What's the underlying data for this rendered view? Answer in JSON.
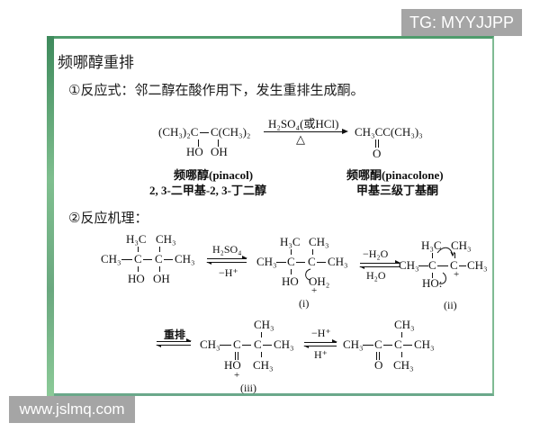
{
  "watermarks": {
    "top_right": "TG: MYYJJPP",
    "bottom_left": "www.jslmq.com"
  },
  "slide": {
    "title": "频哪醇重排",
    "section1": {
      "heading": "①反应式：邻二醇在酸作用下，发生重排生成酮。",
      "reactant": {
        "formula_left": "(CH₃)₂C",
        "formula_right": "C(CH₃)₂",
        "oh_left": "HO",
        "oh_right": "OH",
        "name_cn": "频哪醇(pinacol)",
        "iupac_cn": "2, 3-二甲基-2, 3-丁二醇"
      },
      "conditions": {
        "above": "H₂SO₄(或HCl)",
        "below": "△"
      },
      "product": {
        "formula": "CH₃CC(CH₃)₃",
        "oxygen": "O",
        "name_cn": "频哪酮(pinacolone)",
        "common_cn": "甲基三级丁基酮"
      }
    },
    "section2": {
      "heading": "②反应机理：",
      "step1": {
        "top_left": "H₃C",
        "top_right": "CH₃",
        "left": "CH₃",
        "c1": "C",
        "c2": "C",
        "right": "CH₃",
        "bottom_left": "HO",
        "bottom_right": "OH",
        "arrow_above": "H₂SO₄",
        "arrow_below": "−H⁺"
      },
      "intermediate_i": {
        "top_left": "H₃C",
        "top_right": "CH₃",
        "left": "CH₃",
        "c1": "C",
        "c2": "C",
        "right": "CH₃",
        "bottom_left": "HO",
        "bottom_right": "OH₂",
        "charge": "+",
        "label": "(i)",
        "arrow_above": "−H₂O",
        "arrow_below": "H₂O"
      },
      "intermediate_ii": {
        "top_left": "H₃C",
        "top_right": "CH₃",
        "left": "CH₃",
        "c1": "C",
        "c2": "C",
        "right": "CH₃",
        "bottom_left": "HO:",
        "charge": "+",
        "label": "(ii)"
      },
      "rearrangement": {
        "arrow_label": "重排"
      },
      "intermediate_iii": {
        "top": "CH₃",
        "left": "CH₃",
        "c1": "C",
        "c2": "C",
        "right": "CH₃",
        "bottom_left": "HO",
        "bottom_right": "CH₃",
        "charge": "+",
        "label": "(iii)",
        "arrow_above": "−H⁺",
        "arrow_below": "H⁺"
      },
      "final_product": {
        "top": "CH₃",
        "left": "CH₃",
        "c1": "C",
        "c2": "C",
        "right": "CH₃",
        "bottom_left": "O",
        "bottom_right": "CH₃"
      }
    }
  }
}
